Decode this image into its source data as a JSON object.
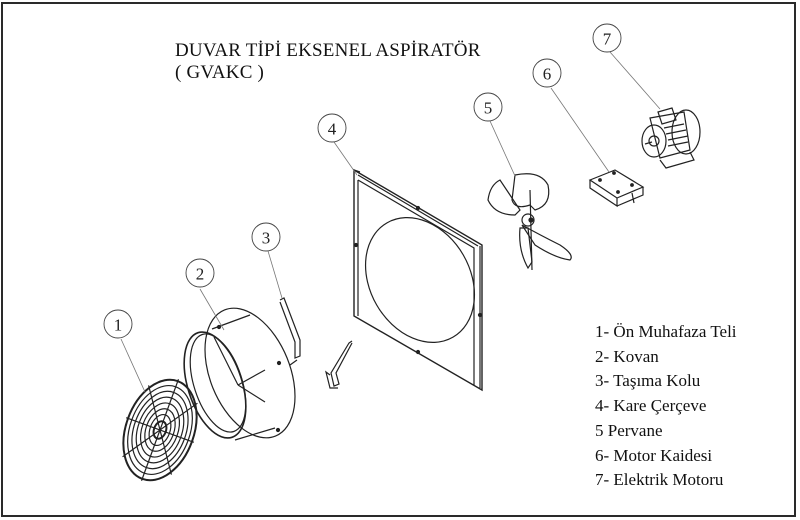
{
  "title": {
    "line1": "DUVAR TİPİ EKSENEL ASPİRATÖR",
    "line2": "( GVAKC )"
  },
  "callouts": [
    {
      "number": "1",
      "part": "front-guard"
    },
    {
      "number": "2",
      "part": "housing"
    },
    {
      "number": "3",
      "part": "carrying-arm"
    },
    {
      "number": "4",
      "part": "square-frame"
    },
    {
      "number": "5",
      "part": "propeller"
    },
    {
      "number": "6",
      "part": "motor-base"
    },
    {
      "number": "7",
      "part": "electric-motor"
    }
  ],
  "legend": {
    "items": [
      "1- Ön Muhafaza Teli",
      "2- Kovan",
      "3- Taşıma Kolu",
      "4- Kare Çerçeve",
      "5 Pervane",
      "6- Motor Kaidesi",
      "7- Elektrik Motoru"
    ]
  },
  "colors": {
    "line": "#222222",
    "leader": "#777777",
    "background": "#ffffff"
  }
}
